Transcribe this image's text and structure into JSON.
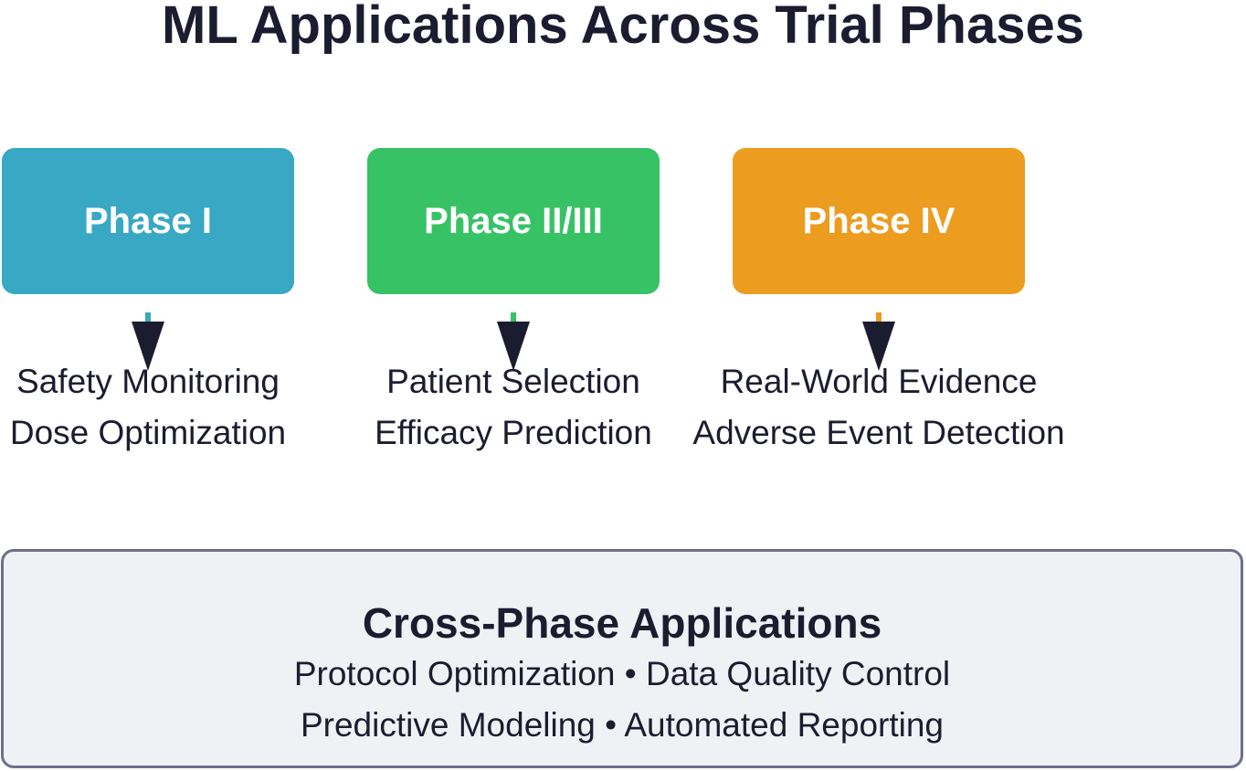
{
  "title": "ML Applications Across Trial Phases",
  "phases": [
    {
      "label": "Phase I",
      "color": "#38a8c4",
      "applications": [
        "Safety Monitoring",
        "Dose Optimization"
      ]
    },
    {
      "label": "Phase II/III",
      "color": "#37c266",
      "applications": [
        "Patient Selection",
        "Efficacy Prediction"
      ]
    },
    {
      "label": "Phase IV",
      "color": "#ec9c1f",
      "applications": [
        "Real-World Evidence",
        "Adverse Event Detection"
      ]
    }
  ],
  "arrow_color": "#1c1c30",
  "cross_phase": {
    "title": "Cross-Phase Applications",
    "lines": [
      "Protocol Optimization • Data Quality Control",
      "Predictive Modeling • Automated Reporting"
    ],
    "background": "#f0f1f4",
    "border": "#6e6e8c"
  }
}
